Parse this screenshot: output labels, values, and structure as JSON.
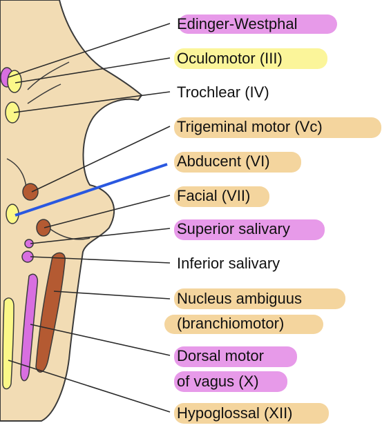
{
  "colors": {
    "tissue": "#f2dcb4",
    "outline": "#3a3a3a",
    "pink_highlight": "#e79ae9",
    "orange_highlight": "#f4d59e",
    "yellow_highlight": "#fbf59a",
    "nucleus_pink": "#d86fe0",
    "nucleus_yellow": "#fbf888",
    "nucleus_brown": "#b45a32",
    "pointer_blue": "#2a58e0"
  },
  "labels": [
    {
      "id": "edinger-westphal",
      "text": "Edinger-Westphal",
      "highlight": "pink"
    },
    {
      "id": "oculomotor",
      "text": "Oculomotor (III)",
      "highlight": "yellow"
    },
    {
      "id": "trochlear",
      "text": "Trochlear (IV)",
      "highlight": "none"
    },
    {
      "id": "trigeminal-motor",
      "text": "Trigeminal motor (Vc)",
      "highlight": "orange"
    },
    {
      "id": "abducent",
      "text": "Abducent (VI)",
      "highlight": "orange"
    },
    {
      "id": "facial",
      "text": "Facial (VII)",
      "highlight": "orange"
    },
    {
      "id": "superior-salivary",
      "text": "Superior salivary",
      "highlight": "pink"
    },
    {
      "id": "inferior-salivary",
      "text": "Inferior salivary",
      "highlight": "none"
    },
    {
      "id": "nucleus-ambiguus-1",
      "text": "Nucleus ambiguus",
      "highlight": "orange"
    },
    {
      "id": "nucleus-ambiguus-2",
      "text": "(branchiomotor)",
      "highlight": "orange"
    },
    {
      "id": "dorsal-motor-1",
      "text": "Dorsal motor",
      "highlight": "pink"
    },
    {
      "id": "dorsal-motor-2",
      "text": "of vagus (X)",
      "highlight": "pink"
    },
    {
      "id": "hypoglossal",
      "text": "Hypoglossal (XII)",
      "highlight": "orange"
    }
  ]
}
